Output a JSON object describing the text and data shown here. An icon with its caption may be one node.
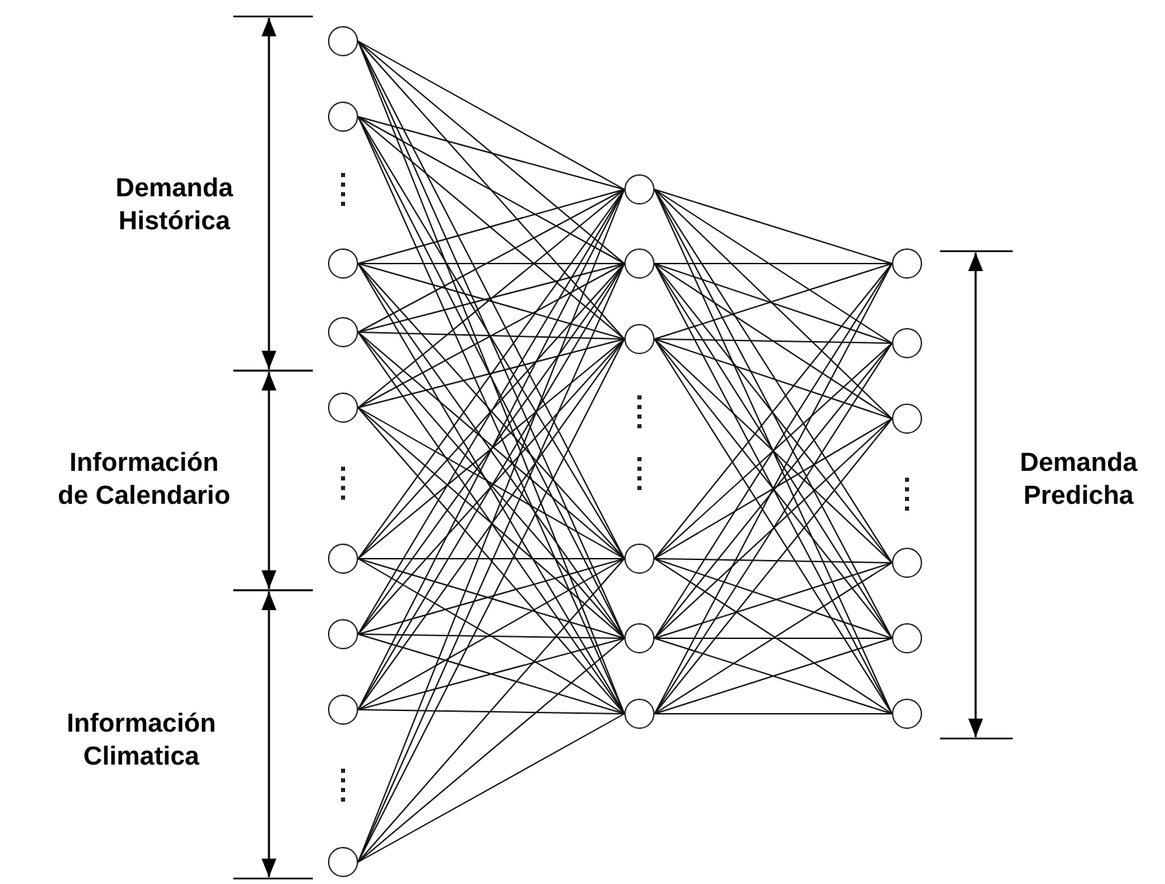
{
  "diagram": {
    "nodes": [
      {
        "text": [],
        "shape": "circle"
      },
      {
        "text": [],
        "shape": "circle"
      },
      {
        "text": [],
        "shape": "circle"
      },
      {
        "text": [],
        "shape": "circle"
      },
      {
        "text": [],
        "shape": "circle"
      },
      {
        "text": [],
        "shape": "circle"
      },
      {
        "text": [],
        "shape": "circle"
      },
      {
        "text": [],
        "shape": "circle"
      },
      {
        "text": [],
        "shape": "circle"
      },
      {
        "text": [],
        "shape": "circle"
      },
      {
        "text": [],
        "shape": "circle"
      },
      {
        "text": [],
        "shape": "circle"
      },
      {
        "text": [],
        "shape": "circle"
      },
      {
        "text": [],
        "shape": "circle"
      },
      {
        "text": [],
        "shape": "circle"
      },
      {
        "text": [],
        "shape": "circle"
      },
      {
        "text": [],
        "shape": "circle"
      },
      {
        "text": [],
        "shape": "circle"
      },
      {
        "text": [],
        "shape": "circle"
      },
      {
        "text": [],
        "shape": "circle"
      },
      {
        "text": [],
        "shape": "circle"
      }
    ],
    "edges": [
      {
        "from": 0,
        "to": 9,
        "arrow": "none"
      },
      {
        "from": 0,
        "to": 10,
        "arrow": "none"
      },
      {
        "from": 0,
        "to": 11,
        "arrow": "none"
      },
      {
        "from": 0,
        "to": 12,
        "arrow": "none"
      },
      {
        "from": 0,
        "to": 13,
        "arrow": "none"
      },
      {
        "from": 0,
        "to": 14,
        "arrow": "none"
      },
      {
        "from": 1,
        "to": 9,
        "arrow": "none"
      },
      {
        "from": 1,
        "to": 10,
        "arrow": "none"
      },
      {
        "from": 1,
        "to": 11,
        "arrow": "none"
      },
      {
        "from": 1,
        "to": 12,
        "arrow": "none"
      },
      {
        "from": 1,
        "to": 13,
        "arrow": "none"
      },
      {
        "from": 1,
        "to": 14,
        "arrow": "none"
      },
      {
        "from": 2,
        "to": 9,
        "arrow": "none"
      },
      {
        "from": 2,
        "to": 10,
        "arrow": "none"
      },
      {
        "from": 2,
        "to": 11,
        "arrow": "none"
      },
      {
        "from": 2,
        "to": 12,
        "arrow": "none"
      },
      {
        "from": 2,
        "to": 13,
        "arrow": "none"
      },
      {
        "from": 2,
        "to": 14,
        "arrow": "none"
      },
      {
        "from": 3,
        "to": 9,
        "arrow": "none"
      },
      {
        "from": 3,
        "to": 10,
        "arrow": "none"
      },
      {
        "from": 3,
        "to": 11,
        "arrow": "none"
      },
      {
        "from": 3,
        "to": 12,
        "arrow": "none"
      },
      {
        "from": 3,
        "to": 13,
        "arrow": "none"
      },
      {
        "from": 3,
        "to": 14,
        "arrow": "none"
      },
      {
        "from": 4,
        "to": 9,
        "arrow": "none"
      },
      {
        "from": 4,
        "to": 10,
        "arrow": "none"
      },
      {
        "from": 4,
        "to": 11,
        "arrow": "none"
      },
      {
        "from": 4,
        "to": 12,
        "arrow": "none"
      },
      {
        "from": 4,
        "to": 13,
        "arrow": "none"
      },
      {
        "from": 4,
        "to": 14,
        "arrow": "none"
      },
      {
        "from": 5,
        "to": 9,
        "arrow": "none"
      },
      {
        "from": 5,
        "to": 10,
        "arrow": "none"
      },
      {
        "from": 5,
        "to": 11,
        "arrow": "none"
      },
      {
        "from": 5,
        "to": 12,
        "arrow": "none"
      },
      {
        "from": 5,
        "to": 13,
        "arrow": "none"
      },
      {
        "from": 5,
        "to": 14,
        "arrow": "none"
      },
      {
        "from": 6,
        "to": 9,
        "arrow": "none"
      },
      {
        "from": 6,
        "to": 10,
        "arrow": "none"
      },
      {
        "from": 6,
        "to": 11,
        "arrow": "none"
      },
      {
        "from": 6,
        "to": 12,
        "arrow": "none"
      },
      {
        "from": 6,
        "to": 13,
        "arrow": "none"
      },
      {
        "from": 6,
        "to": 14,
        "arrow": "none"
      },
      {
        "from": 7,
        "to": 9,
        "arrow": "none"
      },
      {
        "from": 7,
        "to": 10,
        "arrow": "none"
      },
      {
        "from": 7,
        "to": 11,
        "arrow": "none"
      },
      {
        "from": 7,
        "to": 12,
        "arrow": "none"
      },
      {
        "from": 7,
        "to": 13,
        "arrow": "none"
      },
      {
        "from": 7,
        "to": 14,
        "arrow": "none"
      },
      {
        "from": 8,
        "to": 9,
        "arrow": "none"
      },
      {
        "from": 8,
        "to": 10,
        "arrow": "none"
      },
      {
        "from": 8,
        "to": 11,
        "arrow": "none"
      },
      {
        "from": 8,
        "to": 12,
        "arrow": "none"
      },
      {
        "from": 8,
        "to": 13,
        "arrow": "none"
      },
      {
        "from": 8,
        "to": 14,
        "arrow": "none"
      },
      {
        "from": 9,
        "to": 15,
        "arrow": "none"
      },
      {
        "from": 9,
        "to": 16,
        "arrow": "none"
      },
      {
        "from": 9,
        "to": 17,
        "arrow": "none"
      },
      {
        "from": 9,
        "to": 18,
        "arrow": "none"
      },
      {
        "from": 9,
        "to": 19,
        "arrow": "none"
      },
      {
        "from": 9,
        "to": 20,
        "arrow": "none"
      },
      {
        "from": 10,
        "to": 15,
        "arrow": "none"
      },
      {
        "from": 10,
        "to": 16,
        "arrow": "none"
      },
      {
        "from": 10,
        "to": 17,
        "arrow": "none"
      },
      {
        "from": 10,
        "to": 18,
        "arrow": "none"
      },
      {
        "from": 10,
        "to": 19,
        "arrow": "none"
      },
      {
        "from": 10,
        "to": 20,
        "arrow": "none"
      },
      {
        "from": 11,
        "to": 15,
        "arrow": "none"
      },
      {
        "from": 11,
        "to": 16,
        "arrow": "none"
      },
      {
        "from": 11,
        "to": 17,
        "arrow": "none"
      },
      {
        "from": 11,
        "to": 18,
        "arrow": "none"
      },
      {
        "from": 11,
        "to": 19,
        "arrow": "none"
      },
      {
        "from": 11,
        "to": 20,
        "arrow": "none"
      },
      {
        "from": 12,
        "to": 15,
        "arrow": "none"
      },
      {
        "from": 12,
        "to": 16,
        "arrow": "none"
      },
      {
        "from": 12,
        "to": 17,
        "arrow": "none"
      },
      {
        "from": 12,
        "to": 18,
        "arrow": "none"
      },
      {
        "from": 12,
        "to": 19,
        "arrow": "none"
      },
      {
        "from": 12,
        "to": 20,
        "arrow": "none"
      },
      {
        "from": 13,
        "to": 15,
        "arrow": "none"
      },
      {
        "from": 13,
        "to": 16,
        "arrow": "none"
      },
      {
        "from": 13,
        "to": 17,
        "arrow": "none"
      },
      {
        "from": 13,
        "to": 18,
        "arrow": "none"
      },
      {
        "from": 13,
        "to": 19,
        "arrow": "none"
      },
      {
        "from": 13,
        "to": 20,
        "arrow": "none"
      },
      {
        "from": 14,
        "to": 15,
        "arrow": "none"
      },
      {
        "from": 14,
        "to": 16,
        "arrow": "none"
      },
      {
        "from": 14,
        "to": 17,
        "arrow": "none"
      },
      {
        "from": 14,
        "to": 18,
        "arrow": "none"
      },
      {
        "from": 14,
        "to": 19,
        "arrow": "none"
      },
      {
        "from": 14,
        "to": 20,
        "arrow": "none"
      }
    ],
    "labels": [
      "Demanda Histórica",
      "Información de Calendario",
      "Información Climatica",
      "Demanda Predicha"
    ]
  }
}
